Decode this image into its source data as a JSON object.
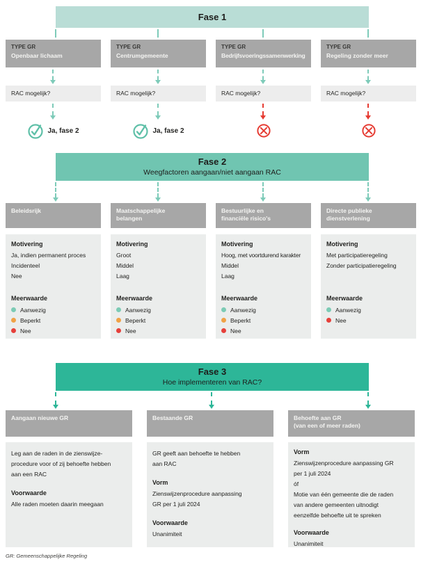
{
  "colors": {
    "fase1_bar": "#b9ddd6",
    "fase2_bar": "#70c5b1",
    "fase3_bar": "#2db698",
    "arrow_teal": "#7ecbb9",
    "arrow_red": "#e63c33",
    "gray_header": "#a7a7a7",
    "light_box": "#ebedec",
    "dot_aanwezig": "#7ccbb5",
    "dot_beperkt": "#f0a246",
    "dot_nee": "#e6403a",
    "check_green": "#5fc0a8",
    "cross_red": "#e63c33"
  },
  "fase1": {
    "title": "Fase 1",
    "type_label": "TYPE GR",
    "question": "RAC mogelijk?",
    "yes_label": "Ja, fase 2",
    "columns": [
      {
        "name": "Openbaar lichaam",
        "outcome": "yes"
      },
      {
        "name": "Centrumgemeente",
        "outcome": "yes"
      },
      {
        "name": "Bedrijfsvoeringssamenwerking",
        "outcome": "no"
      },
      {
        "name": "Regeling zonder meer",
        "outcome": "no"
      }
    ]
  },
  "fase2": {
    "title": "Fase 2",
    "subtitle": "Weegfactoren aangaan/niet aangaan RAC",
    "motivering_label": "Motivering",
    "meerwaarde_label": "Meerwaarde",
    "columns": [
      {
        "header_lines": [
          "Beleidsrijk"
        ],
        "motivering": [
          "Ja, indien permanent proces",
          "Incidenteel",
          "Nee"
        ],
        "meerwaarde": [
          {
            "label": "Aanwezig",
            "status": "aanwezig"
          },
          {
            "label": "Beperkt",
            "status": "beperkt"
          },
          {
            "label": "Nee",
            "status": "nee"
          }
        ]
      },
      {
        "header_lines": [
          "Maatschappelijke",
          "belangen"
        ],
        "motivering": [
          "Groot",
          "Middel",
          "Laag"
        ],
        "meerwaarde": [
          {
            "label": "Aanwezig",
            "status": "aanwezig"
          },
          {
            "label": "Beperkt",
            "status": "beperkt"
          },
          {
            "label": "Nee",
            "status": "nee"
          }
        ]
      },
      {
        "header_lines": [
          "Bestuurlijke en",
          "financiële risico's"
        ],
        "motivering": [
          "Hoog, met voortdurend karakter",
          "Middel",
          "Laag"
        ],
        "meerwaarde": [
          {
            "label": "Aanwezig",
            "status": "aanwezig"
          },
          {
            "label": "Beperkt",
            "status": "beperkt"
          },
          {
            "label": "Nee",
            "status": "nee"
          }
        ]
      },
      {
        "header_lines": [
          "Directe publieke",
          "dienstverlening"
        ],
        "motivering": [
          "Met participatieregeling",
          "Zonder participatieregeling"
        ],
        "meerwaarde": [
          {
            "label": "Aanwezig",
            "status": "aanwezig"
          },
          {
            "label": "Nee",
            "status": "nee"
          }
        ]
      }
    ]
  },
  "fase3": {
    "title": "Fase 3",
    "subtitle": "Hoe implementeren van RAC?",
    "vorm_label": "Vorm",
    "voorwaarde_label": "Voorwaarde",
    "columns": [
      {
        "header_lines": [
          "Aangaan nieuwe GR"
        ],
        "text_lines": [
          "Leg aan de raden in de zienswijze-",
          "procedure voor of zij behoefte hebben",
          "aan een RAC"
        ],
        "voorwaarde_lines": [
          "Alle raden moeten daarin meegaan"
        ]
      },
      {
        "header_lines": [
          "Bestaande GR"
        ],
        "text_lines": [
          "GR geeft aan behoefte te hebben",
          "aan RAC"
        ],
        "vorm_lines": [
          "Zienswijzenprocedure aanpassing",
          "GR per 1 juli 2024"
        ],
        "voorwaarde_lines": [
          "Unanimiteit"
        ]
      },
      {
        "header_lines": [
          "Behoefte aan GR",
          "(van een of meer raden)"
        ],
        "vorm_lines": [
          "Zienswijzenprocedure aanpassing GR",
          "per 1 juli 2024",
          "óf",
          "Motie van één gemeente die de raden",
          "van andere gemeenten uitnodigt",
          "eenzelfde behoefte uit te spreken"
        ],
        "voorwaarde_lines": [
          "Unanimiteit"
        ]
      }
    ]
  },
  "footer": "GR: Gemeenschappelijke Regeling"
}
